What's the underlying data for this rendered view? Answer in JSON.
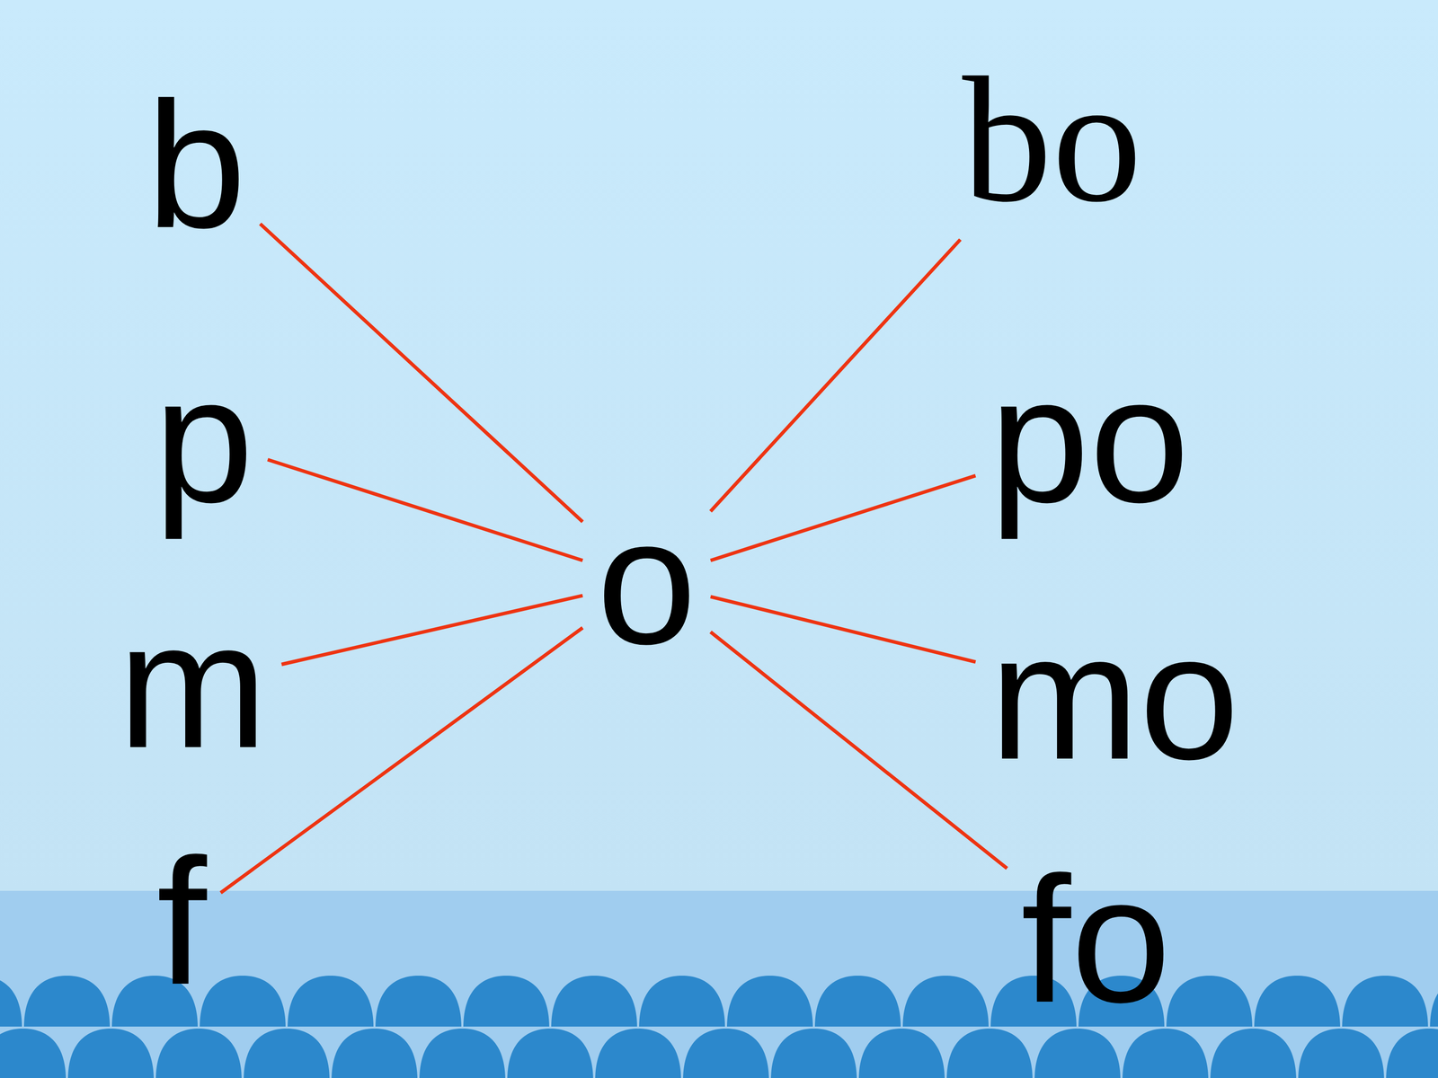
{
  "diagram": {
    "nodes": [
      {
        "text": [
          "b"
        ]
      },
      {
        "text": [
          "p"
        ]
      },
      {
        "text": [
          "m"
        ]
      },
      {
        "text": [
          "f"
        ]
      },
      {
        "text": [
          "o"
        ]
      },
      {
        "text": [
          "bo"
        ]
      },
      {
        "text": [
          "po"
        ]
      },
      {
        "text": [
          "mo"
        ]
      },
      {
        "text": [
          "fo"
        ]
      }
    ],
    "edges": [
      {
        "from": 0,
        "to": 4,
        "arrow": "none"
      },
      {
        "from": 1,
        "to": 4,
        "arrow": "none"
      },
      {
        "from": 2,
        "to": 4,
        "arrow": "none"
      },
      {
        "from": 3,
        "to": 4,
        "arrow": "none"
      },
      {
        "from": 4,
        "to": 5,
        "arrow": "none"
      },
      {
        "from": 4,
        "to": 6,
        "arrow": "none"
      },
      {
        "from": 4,
        "to": 7,
        "arrow": "none"
      },
      {
        "from": 4,
        "to": 8,
        "arrow": "none"
      }
    ]
  }
}
